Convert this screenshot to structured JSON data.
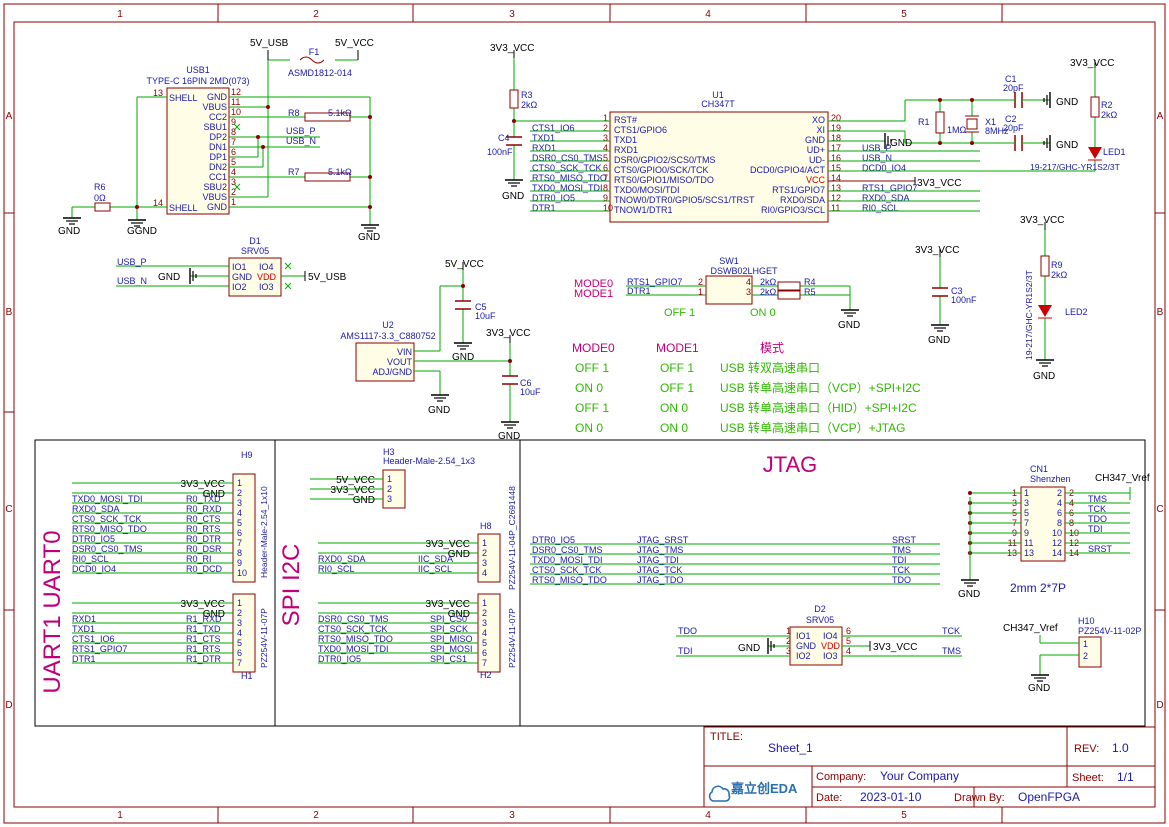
{
  "frame": {
    "cols": [
      "1",
      "2",
      "3",
      "4",
      "5"
    ],
    "rows": [
      "A",
      "B",
      "C",
      "D"
    ]
  },
  "title_block": {
    "title_label": "TITLE:",
    "title": "Sheet_1",
    "rev_label": "REV:",
    "rev": "1.0",
    "company_label": "Company:",
    "company": "Your Company",
    "sheet_label": "Sheet:",
    "sheet": "1/1",
    "date_label": "Date:",
    "date": "2023-01-10",
    "drawn_label": "Drawn By:",
    "drawn_by": "OpenFPGA",
    "logo_text": "嘉立创EDA"
  },
  "sections": {
    "jtag": "JTAG",
    "uart": "UART1 UART0",
    "spi": "SPI I2C"
  },
  "mode_table": {
    "headers": [
      "MODE0",
      "MODE1",
      "模式"
    ],
    "rows": [
      [
        "OFF 1",
        "OFF 1",
        "USB 转双高速串口"
      ],
      [
        "ON 0",
        "OFF 1",
        "USB 转单高速串口（VCP）+SPI+I2C"
      ],
      [
        "OFF 1",
        "ON 0",
        "USB 转单高速串口（HID）+SPI+I2C"
      ],
      [
        "ON 0",
        "ON 0",
        "USB 转单高速串口（VCP）+JTAG"
      ]
    ]
  },
  "usb1": {
    "ref": "USB1",
    "value": "TYPE-C 16PIN 2MD(073)",
    "left_pins": [
      {
        "num": "13",
        "name": "SHELL"
      },
      {
        "num": "14",
        "name": "SHELL"
      }
    ],
    "right_pins": [
      {
        "num": "12",
        "name": "GND"
      },
      {
        "num": "11",
        "name": "VBUS"
      },
      {
        "num": "10",
        "name": "CC2"
      },
      {
        "num": "9",
        "name": "SBU1"
      },
      {
        "num": "8",
        "name": "DP2"
      },
      {
        "num": "7",
        "name": "DN1"
      },
      {
        "num": "6",
        "name": "DP1"
      },
      {
        "num": "5",
        "name": "DN2"
      },
      {
        "num": "4",
        "name": "CC1"
      },
      {
        "num": "3",
        "name": "SBU2"
      },
      {
        "num": "2",
        "name": "VBUS"
      },
      {
        "num": "1",
        "name": "GND"
      }
    ]
  },
  "u1": {
    "ref": "U1",
    "value": "CH347T",
    "left_pins": [
      {
        "num": "1",
        "name": "RST#",
        "net": ""
      },
      {
        "num": "2",
        "name": "CTS1/GPIO6",
        "net": "CTS1_IO6"
      },
      {
        "num": "3",
        "name": "TXD1",
        "net": "TXD1"
      },
      {
        "num": "4",
        "name": "RXD1",
        "net": "RXD1"
      },
      {
        "num": "5",
        "name": "DSR0/GPIO2/SCS0/TMS",
        "net": "DSR0_CS0_TMS"
      },
      {
        "num": "6",
        "name": "CTS0/GPIO0/SCK/TCK",
        "net": "CTS0_SCK_TCK"
      },
      {
        "num": "7",
        "name": "RTS0/GPIO1/MISO/TDO",
        "net": "RTS0_MISO_TDO"
      },
      {
        "num": "8",
        "name": "TXD0/MOSI/TDI",
        "net": "TXD0_MOSI_TDI"
      },
      {
        "num": "9",
        "name": "TNOW0/DTR0/GPIO5/SCS1/TRST",
        "net": "DTR0_IO5"
      },
      {
        "num": "10",
        "name": "TNOW1/DTR1",
        "net": "DTR1"
      }
    ],
    "right_pins": [
      {
        "num": "20",
        "name": "XO",
        "net": ""
      },
      {
        "num": "19",
        "name": "XI",
        "net": ""
      },
      {
        "num": "18",
        "name": "GND",
        "net": ""
      },
      {
        "num": "17",
        "name": "UD+",
        "net": "USB_P"
      },
      {
        "num": "16",
        "name": "UD-",
        "net": "USB_N"
      },
      {
        "num": "15",
        "name": "DCD0/GPIO4/ACT",
        "net": "DCD0_IO4"
      },
      {
        "num": "14",
        "name": "VCC",
        "net": ""
      },
      {
        "num": "13",
        "name": "RTS1/GPIO7",
        "net": "RTS1_GPIO7"
      },
      {
        "num": "12",
        "name": "RXD0/SDA",
        "net": "RXD0_SDA"
      },
      {
        "num": "11",
        "name": "RI0/GPIO3/SCL",
        "net": "RI0_SCL"
      }
    ]
  },
  "d1": {
    "ref": "D1",
    "value": "SRV05",
    "pins": [
      "IO1",
      "GND",
      "IO2",
      "IO4",
      "VDD",
      "IO3"
    ]
  },
  "d2": {
    "ref": "D2",
    "value": "SRV05",
    "pins": [
      "IO1",
      "GND",
      "IO2",
      "IO4",
      "VDD",
      "IO3"
    ]
  },
  "u2": {
    "ref": "U2",
    "value": "AMS1117-3.3_C880752",
    "pins": [
      "VIN",
      "VOUT",
      "ADJ/GND"
    ]
  },
  "sw1": {
    "ref": "SW1",
    "value": "DSWB02LHGET",
    "labels": [
      "MODE0",
      "MODE1"
    ],
    "nets": [
      "RTS1_GPIO7",
      "DTR1"
    ],
    "off_on": [
      "OFF 1",
      "ON 0"
    ]
  },
  "passives": {
    "f1": {
      "ref": "F1",
      "value": "ASMD1812-014"
    },
    "r2": {
      "ref": "R2",
      "value": "2kΩ"
    },
    "r3": {
      "ref": "R3",
      "value": "2kΩ"
    },
    "r4": {
      "ref": "R4",
      "value": "2kΩ"
    },
    "r5": {
      "ref": "R5",
      "value": "2kΩ"
    },
    "r6": {
      "ref": "R6",
      "value": "0Ω"
    },
    "r7": {
      "ref": "R7",
      "value": "5.1kΩ"
    },
    "r8": {
      "ref": "R8",
      "value": "5.1kΩ"
    },
    "r9": {
      "ref": "R9",
      "value": "2kΩ"
    },
    "r1": {
      "ref": "R1",
      "value": "1MΩ"
    },
    "c1": {
      "ref": "C1",
      "value": "20pF"
    },
    "c2": {
      "ref": "C2",
      "value": "20pF"
    },
    "c3": {
      "ref": "C3",
      "value": "100nF"
    },
    "c4": {
      "ref": "C4",
      "value": "100nF"
    },
    "c5": {
      "ref": "C5",
      "value": "10uF"
    },
    "c6": {
      "ref": "C6",
      "value": "10uF"
    },
    "x1": {
      "ref": "X1",
      "value": "8MHz"
    },
    "led1": {
      "ref": "LED1",
      "value": "19-217/GHC-YR1S2/3T"
    },
    "led2": {
      "ref": "LED2",
      "value": "19-217/GHC-YR1S2/3T"
    }
  },
  "h9": {
    "ref": "H9",
    "value": "Header-Male-2.54_1x10",
    "rows": [
      {
        "num": "1",
        "left": "3V3_VCC",
        "right": ""
      },
      {
        "num": "2",
        "left": "GND",
        "right": ""
      },
      {
        "num": "3",
        "left": "TXD0_MOSI_TDI",
        "right": "R0_TXD"
      },
      {
        "num": "4",
        "left": "RXD0_SDA",
        "right": "R0_RXD"
      },
      {
        "num": "5",
        "left": "CTS0_SCK_TCK",
        "right": "R0_CTS"
      },
      {
        "num": "6",
        "left": "RTS0_MISO_TDO",
        "right": "R0_RTS"
      },
      {
        "num": "7",
        "left": "DTR0_IO5",
        "right": "R0_DTR"
      },
      {
        "num": "8",
        "left": "DSR0_CS0_TMS",
        "right": "R0_DSR"
      },
      {
        "num": "9",
        "left": "RI0_SCL",
        "right": "R0_RI"
      },
      {
        "num": "10",
        "left": "DCD0_IO4",
        "right": "R0_DCD"
      }
    ]
  },
  "h1": {
    "ref": "H1",
    "value": "PZ254V-11-07P",
    "rows": [
      {
        "num": "1",
        "left": "3V3_VCC",
        "right": ""
      },
      {
        "num": "2",
        "left": "GND",
        "right": ""
      },
      {
        "num": "3",
        "left": "RXD1",
        "right": "R1_RXD"
      },
      {
        "num": "4",
        "left": "TXD1",
        "right": "R1_TXD"
      },
      {
        "num": "5",
        "left": "CTS1_IO6",
        "right": "R1_CTS"
      },
      {
        "num": "6",
        "left": "RTS1_GPIO7",
        "right": "R1_RTS"
      },
      {
        "num": "7",
        "left": "DTR1",
        "right": "R1_DTR"
      }
    ]
  },
  "h3": {
    "ref": "H3",
    "value": "Header-Male-2.54_1x3",
    "rows": [
      {
        "num": "1",
        "left": "5V_VCC"
      },
      {
        "num": "2",
        "left": "3V3_VCC"
      },
      {
        "num": "3",
        "left": "GND"
      }
    ]
  },
  "h8": {
    "ref": "H8",
    "value": "PZ254V-11-04P_C2691448",
    "rows": [
      {
        "num": "1",
        "left": "3V3_VCC",
        "right": ""
      },
      {
        "num": "2",
        "left": "GND",
        "right": ""
      },
      {
        "num": "3",
        "left": "RXD0_SDA",
        "right": "IIC_SDA"
      },
      {
        "num": "4",
        "left": "RI0_SCL",
        "right": "IIC_SCL"
      }
    ]
  },
  "h2": {
    "ref": "H2",
    "value": "PZ254V-11-07P",
    "rows": [
      {
        "num": "1",
        "left": "3V3_VCC",
        "right": ""
      },
      {
        "num": "2",
        "left": "GND",
        "right": ""
      },
      {
        "num": "3",
        "left": "DSR0_CS0_TMS",
        "right": "SPI_CS0"
      },
      {
        "num": "4",
        "left": "CTS0_SCK_TCK",
        "right": "SPI_SCK"
      },
      {
        "num": "5",
        "left": "RTS0_MISO_TDO",
        "right": "SPI_MISO"
      },
      {
        "num": "6",
        "left": "TXD0_MOSI_TDI",
        "right": "SPI_MOSI"
      },
      {
        "num": "7",
        "left": "DTR0_IO5",
        "right": "SPI_CS1"
      }
    ]
  },
  "h10": {
    "ref": "H10",
    "value": "PZ254V-11-02P",
    "net": "CH347_Vref",
    "pins": [
      "1",
      "2"
    ]
  },
  "jtag_nets": [
    {
      "left": "DTR0_IO5",
      "mid": "JTAG_SRST",
      "right": "SRST"
    },
    {
      "left": "DSR0_CS0_TMS",
      "mid": "JTAG_TMS",
      "right": "TMS"
    },
    {
      "left": "TXD0_MOSI_TDI",
      "mid": "JTAG_TDI",
      "right": "TDI"
    },
    {
      "left": "CTS0_SCK_TCK",
      "mid": "JTAG_TCK",
      "right": "TCK"
    },
    {
      "left": "RTS0_MISO_TDO",
      "mid": "JTAG_TDO",
      "right": "TDO"
    }
  ],
  "cn1": {
    "ref": "CN1",
    "value": "Shenzhen",
    "note": "2mm 2*7P",
    "vref": "CH347_Vref",
    "left_nums": [
      "1",
      "3",
      "5",
      "7",
      "9",
      "11",
      "13"
    ],
    "right_nums": [
      "2",
      "4",
      "6",
      "8",
      "10",
      "12",
      "14"
    ],
    "right_nets": [
      "",
      "TMS",
      "TCK",
      "TDO",
      "TDI",
      "",
      "SRST"
    ]
  },
  "power_labels": {
    "v5usb": "5V_USB",
    "v5vcc": "5V_VCC",
    "v3v3": "3V3_VCC",
    "gnd": "GND",
    "ggnd": "GGND"
  },
  "d2_nets": {
    "tdo": "TDO",
    "tdi": "TDI",
    "tck": "TCK",
    "tms": "TMS"
  }
}
